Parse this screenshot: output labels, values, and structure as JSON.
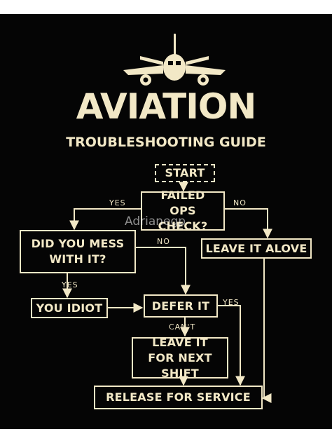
{
  "colors": {
    "background": "#050505",
    "foreground": "#f2e8c6",
    "frame": "#ffffff"
  },
  "header": {
    "icon": "airplane-icon",
    "title": "AVIATION",
    "subtitle": "TROUBLESHOOTING GUIDE"
  },
  "flowchart": {
    "nodes": {
      "start": "START",
      "failed_ops_check": "FAILED OPS CHECK?",
      "did_you_mess": "DID YOU MESS WITH IT?",
      "leave_it_alove": "LEAVE IT ALOVE",
      "you_idiot": "YOU IDIOT",
      "defer_it": "DEFER IT",
      "leave_it_next_shift": "LEAVE IT FOR NEXT SHIFT",
      "release_for_service": "RELEASE FOR SERVICE"
    },
    "edge_labels": {
      "failed_yes": "YES",
      "failed_no": "NO",
      "mess_no": "NO",
      "mess_yes": "YES",
      "defer_yes": "YES",
      "defer_cant": "CAN'T"
    }
  },
  "watermark": "Adrianegp"
}
